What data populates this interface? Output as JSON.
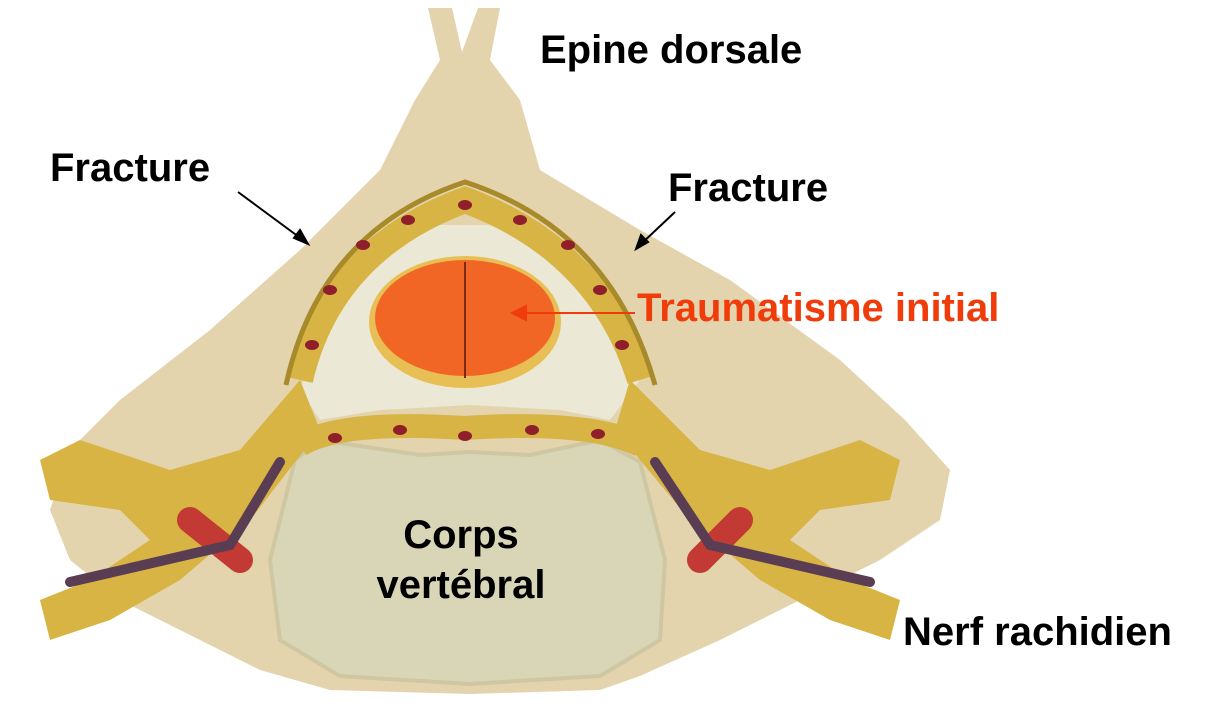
{
  "labels": {
    "epine": "Epine dorsale",
    "fracture_left": "Fracture",
    "fracture_right": "Fracture",
    "trauma": "Traumatisme initial",
    "corps_line1": "Corps",
    "corps_line2": "vertébral",
    "nerf": "Nerf rachidien"
  },
  "colors": {
    "bone": "#e3d4ae",
    "bone_shade": "#d8c79c",
    "body": "#d9d6b8",
    "ligament": "#d7b443",
    "ligament_dark": "#a88a2a",
    "vessel": "#8f1f2b",
    "artery": "#c23a33",
    "vein": "#5a3d52",
    "canal": "#ebe8d6",
    "cord": "#e8bf55",
    "trauma": "#f25c1f",
    "trauma_label": "#f03c0a"
  }
}
